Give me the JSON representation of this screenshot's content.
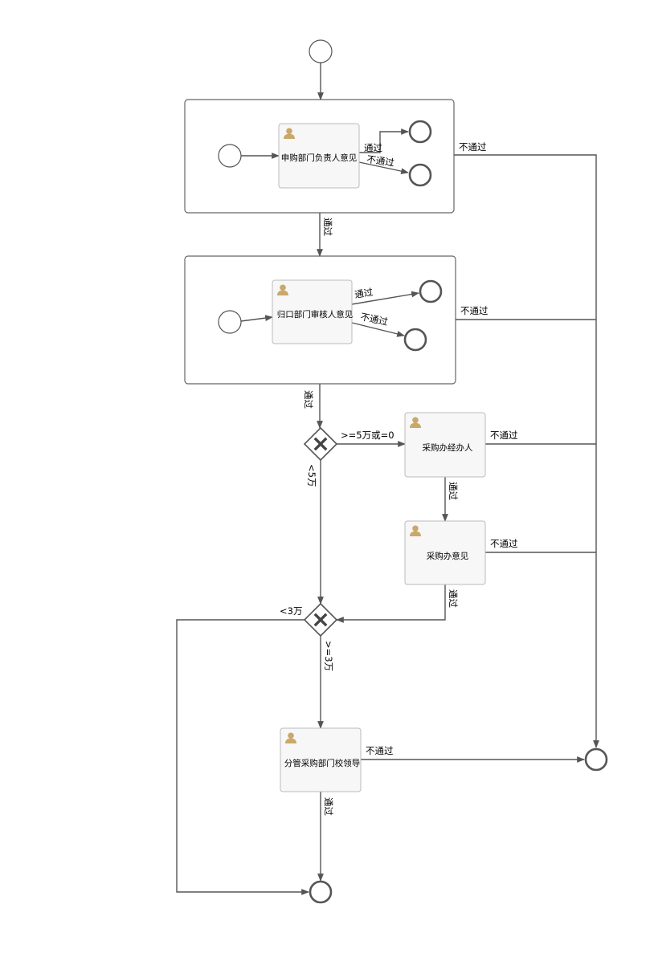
{
  "colors": {
    "line": "#555555",
    "task_fill": "#f7f7f7",
    "task_border": "#bbbbbb",
    "user_icon": "#c9a86a"
  },
  "icons": {
    "task": "user-icon",
    "gateway": "exclusive-gateway-x-icon"
  },
  "tasks": {
    "t1": "申购部门负责人意见",
    "t2": "归口部门审核人意见",
    "t3": "采购办经办人",
    "t4": "采购办意见",
    "t5": "分管采购部门校领导"
  },
  "flows": {
    "sub1_pass": "通过",
    "sub1_reject": "不通过",
    "sub1_out_reject": "不通过",
    "sub1_to_sub2_pass": "通过",
    "sub2_pass": "通过",
    "sub2_reject": "不通过",
    "sub2_out_reject": "不通过",
    "sub2_to_gw1_pass": "通过",
    "gw1_ge5w": ">=5万或=0",
    "gw1_lt5w": "<5万",
    "t3_reject": "不通过",
    "t3_pass": "通过",
    "t4_reject": "不通过",
    "t4_pass": "通过",
    "gw2_lt3w": "<3万",
    "gw2_ge3w": ">=3万",
    "t5_reject": "不通过",
    "t5_pass": "通过"
  }
}
